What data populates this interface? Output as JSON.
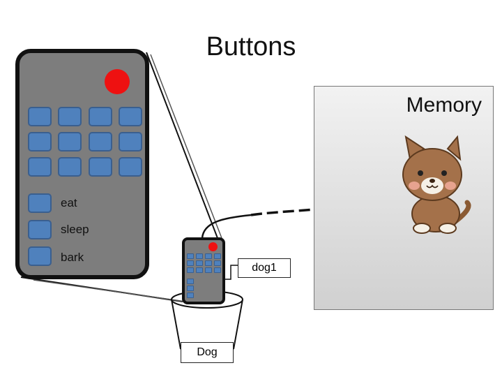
{
  "title": "Buttons",
  "memory": {
    "label": "Memory"
  },
  "remote": {
    "indicator_color": "#ee1111",
    "button_color": "#4f81bd",
    "labeled_buttons": [
      {
        "label": "eat"
      },
      {
        "label": "sleep"
      },
      {
        "label": "bark"
      }
    ]
  },
  "reference_label": "dog1",
  "variable_label": "Dog",
  "memory_object_icon": "cartoon-cat-icon"
}
